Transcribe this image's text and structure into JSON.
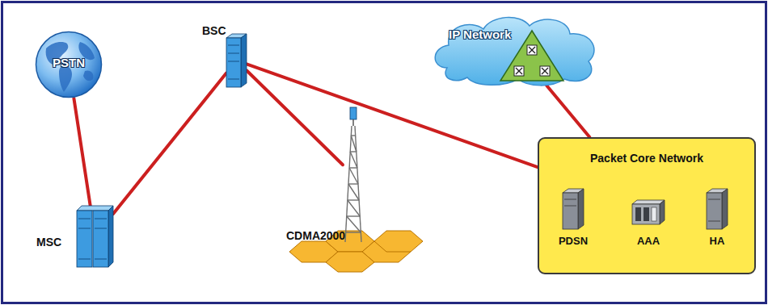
{
  "diagram": {
    "nodes": [
      {
        "text": [
          "PSTN"
        ]
      },
      {
        "text": [
          "BSC"
        ]
      },
      {
        "text": [
          "IP Network"
        ]
      },
      {
        "text": [
          "MSC"
        ]
      },
      {
        "text": [
          "CDMA2000"
        ]
      },
      {
        "text": [
          "Packet Core Network"
        ]
      },
      {
        "text": [
          "PDSN"
        ],
        "in": 5
      },
      {
        "text": [
          "AAA"
        ],
        "in": 5
      },
      {
        "text": [
          "HA"
        ],
        "in": 5
      }
    ],
    "edges": [
      {
        "from": 0,
        "to": 3,
        "arrow": "none"
      },
      {
        "from": 3,
        "to": 1,
        "arrow": "none"
      },
      {
        "from": 1,
        "to": 4,
        "arrow": "none"
      },
      {
        "from": 1,
        "to": 5,
        "arrow": "none"
      },
      {
        "from": 2,
        "to": 5,
        "arrow": "none"
      }
    ]
  }
}
